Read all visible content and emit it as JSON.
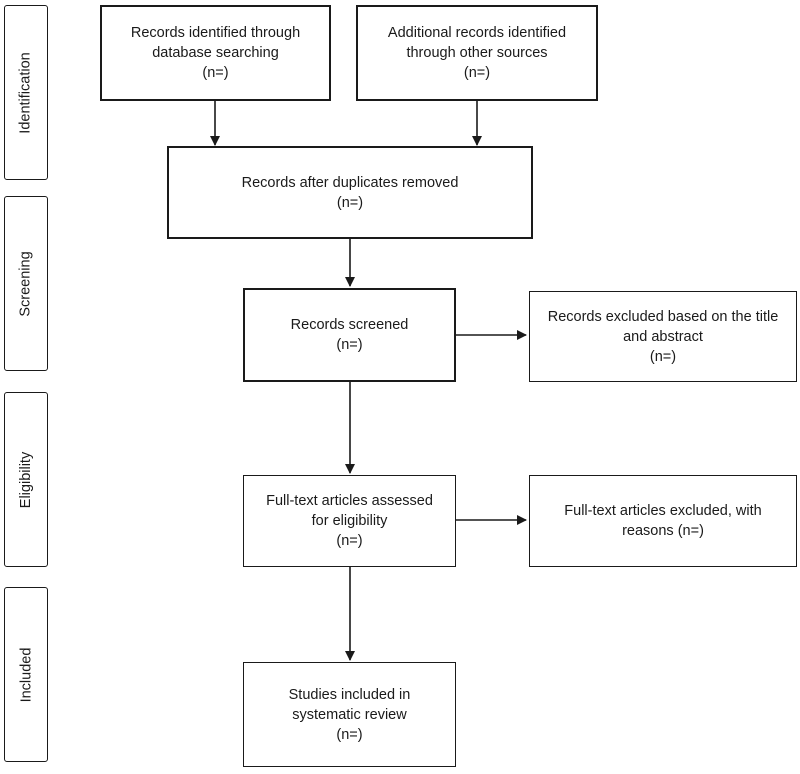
{
  "stages": {
    "identification": "Identification",
    "screening": "Screening",
    "eligibility": "Eligibility",
    "included": "Included"
  },
  "boxes": {
    "database_search": {
      "line1": "Records identified through",
      "line2": "database searching",
      "line3": "(n=)"
    },
    "other_sources": {
      "line1": "Additional records identified",
      "line2": "through other sources",
      "line3": "(n=)"
    },
    "duplicates_removed": {
      "line1": "Records after duplicates removed",
      "line2": "(n=)"
    },
    "screened": {
      "line1": "Records screened",
      "line2": "(n=)"
    },
    "excluded_title_abstract": {
      "line1": "Records excluded based on the title",
      "line2": "and abstract",
      "line3": "(n=)"
    },
    "fulltext_assessed": {
      "line1": "Full-text articles assessed",
      "line2": "for eligibility",
      "line3": "(n=)"
    },
    "fulltext_excluded": {
      "line1": "Full-text articles excluded, with",
      "line2": "reasons (n=)"
    },
    "studies_included": {
      "line1": "Studies included in",
      "line2": "systematic review",
      "line3": "(n=)"
    }
  }
}
